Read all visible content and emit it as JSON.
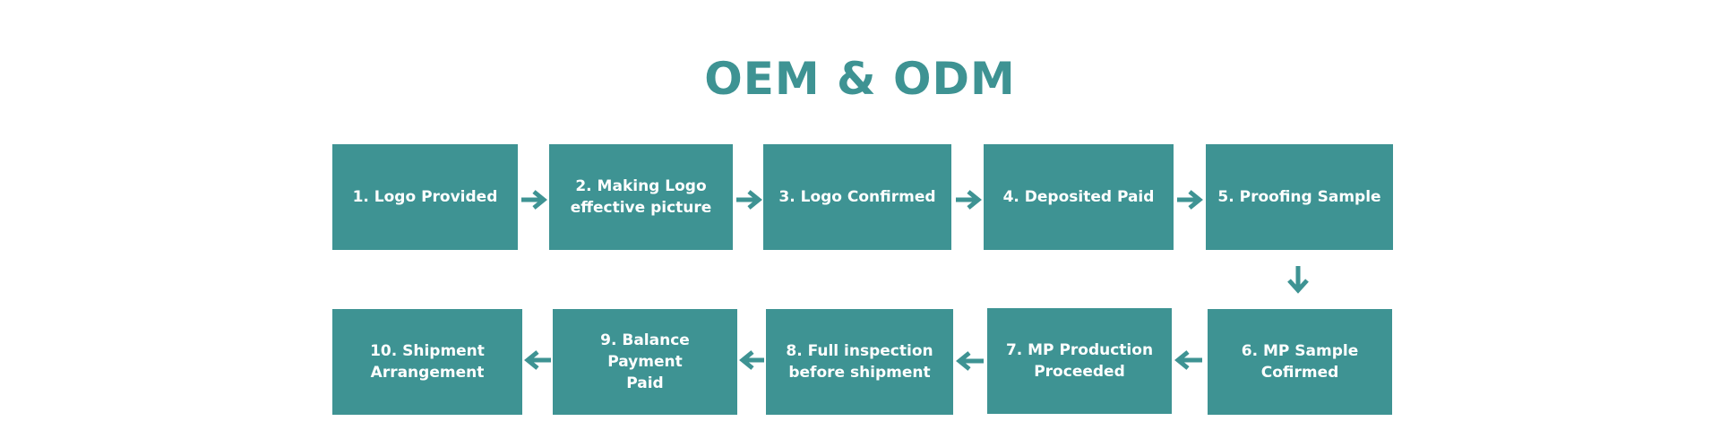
{
  "title": "OEM & ODM",
  "colors": {
    "accent": "#3e9393",
    "text_on_accent": "#ffffff",
    "background": "#ffffff"
  },
  "steps": [
    {
      "label": "1. Logo Provided"
    },
    {
      "label": "2. Making Logo\neffective picture"
    },
    {
      "label": "3. Logo Confirmed"
    },
    {
      "label": "4. Deposited Paid"
    },
    {
      "label": "5. Proofing Sample"
    },
    {
      "label": "6. MP Sample\nCofirmed"
    },
    {
      "label": "7. MP Production\nProceeded"
    },
    {
      "label": "8. Full inspection\nbefore shipment"
    },
    {
      "label": "9. Balance Payment\nPaid"
    },
    {
      "label": "10. Shipment\nArrangement"
    }
  ],
  "connectors": [
    {
      "from": 1,
      "to": 2,
      "icon": "arrow-right-icon"
    },
    {
      "from": 2,
      "to": 3,
      "icon": "arrow-right-icon"
    },
    {
      "from": 3,
      "to": 4,
      "icon": "arrow-right-icon"
    },
    {
      "from": 4,
      "to": 5,
      "icon": "arrow-right-icon"
    },
    {
      "from": 5,
      "to": 6,
      "icon": "arrow-down-icon"
    },
    {
      "from": 6,
      "to": 7,
      "icon": "arrow-left-icon"
    },
    {
      "from": 7,
      "to": 8,
      "icon": "arrow-left-icon"
    },
    {
      "from": 8,
      "to": 9,
      "icon": "arrow-left-icon"
    },
    {
      "from": 9,
      "to": 10,
      "icon": "arrow-left-icon"
    }
  ]
}
